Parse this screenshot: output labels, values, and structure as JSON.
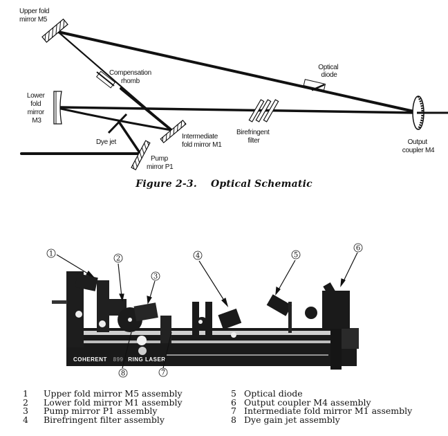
{
  "schematic": {
    "labels": {
      "upper_fold_mirror": [
        "Upper fold",
        "mirror M5"
      ],
      "compensation_rhomb": [
        "Compensation",
        "rhomb"
      ],
      "lower_fold_mirror": [
        "Lower",
        "fold",
        "mirror",
        "M3"
      ],
      "dye_jet": [
        "Dye jet"
      ],
      "intermediate_fold_mirror": [
        "Intermediate",
        "fold mirror M1"
      ],
      "pump_mirror": [
        "Pump",
        "mirror P1"
      ],
      "birefringent_filter": [
        "Birefringent",
        "filter"
      ],
      "optical_diode": [
        "Optical",
        "diode"
      ],
      "output_coupler": [
        "Output",
        "coupler M4"
      ]
    },
    "caption_label": "Figure 2-3.",
    "caption_title": "Optical Schematic"
  },
  "photo": {
    "brand_text": "COHERENT",
    "model_text": "899",
    "product_text": "RING LASER",
    "callouts": [
      "1",
      "2",
      "3",
      "4",
      "5",
      "6",
      "7",
      "8"
    ]
  },
  "legend": {
    "left": [
      {
        "num": "1",
        "text": "Upper fold mirror M5 assembly"
      },
      {
        "num": "2",
        "text": "Lower fold mirror M1 assembly"
      },
      {
        "num": "3",
        "text": "Pump mirror P1 assembly"
      },
      {
        "num": "4",
        "text": "Birefringent filter assembly"
      }
    ],
    "right": [
      {
        "num": "5",
        "text": "Optical diode"
      },
      {
        "num": "6",
        "text": "Output coupler M4 assembly"
      },
      {
        "num": "7",
        "text": "Intermediate fold mirror M1 assembly"
      },
      {
        "num": "8",
        "text": "Dye gain jet assembly"
      }
    ]
  }
}
